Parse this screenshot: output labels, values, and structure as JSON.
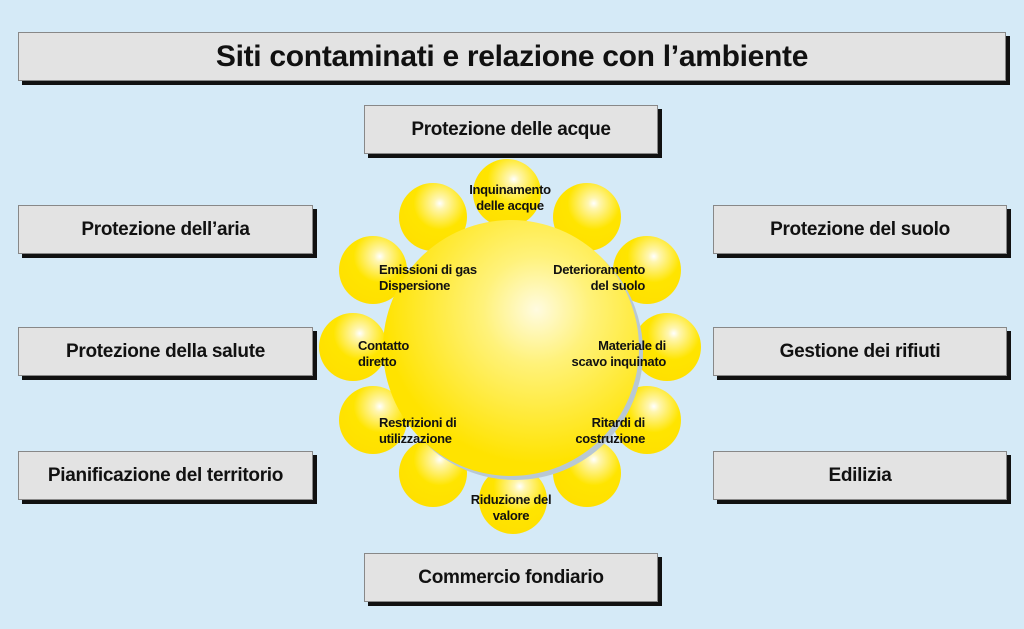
{
  "title": "Siti contaminati e relazione con l’ambiente",
  "boxes": {
    "top": "Protezione delle acque",
    "left1": "Protezione dell’aria",
    "left2": "Protezione della salute",
    "left3": "Pianificazione del territorio",
    "right1": "Protezione del suolo",
    "right2": "Gestione dei rifiuti",
    "right3": "Edilizia",
    "bottom": "Commercio fondiario"
  },
  "impacts": {
    "water": [
      "Inquinamento",
      "delle acque"
    ],
    "gas": [
      "Emissioni di gas",
      "Dispersione"
    ],
    "soil": [
      "Deterioramento",
      "del suolo"
    ],
    "contact": [
      "Contatto",
      "diretto"
    ],
    "excavation": [
      "Materiale di",
      "scavo inquinato"
    ],
    "restrictions": [
      "Restrizioni di",
      "utilizzazione"
    ],
    "delays": [
      "Ritardi di",
      "costruzione"
    ],
    "value": [
      "Riduzione del",
      "valore"
    ]
  },
  "colors": {
    "background": "#d5eaf7",
    "sun": "#ffe600",
    "box": "#e3e3e3"
  }
}
